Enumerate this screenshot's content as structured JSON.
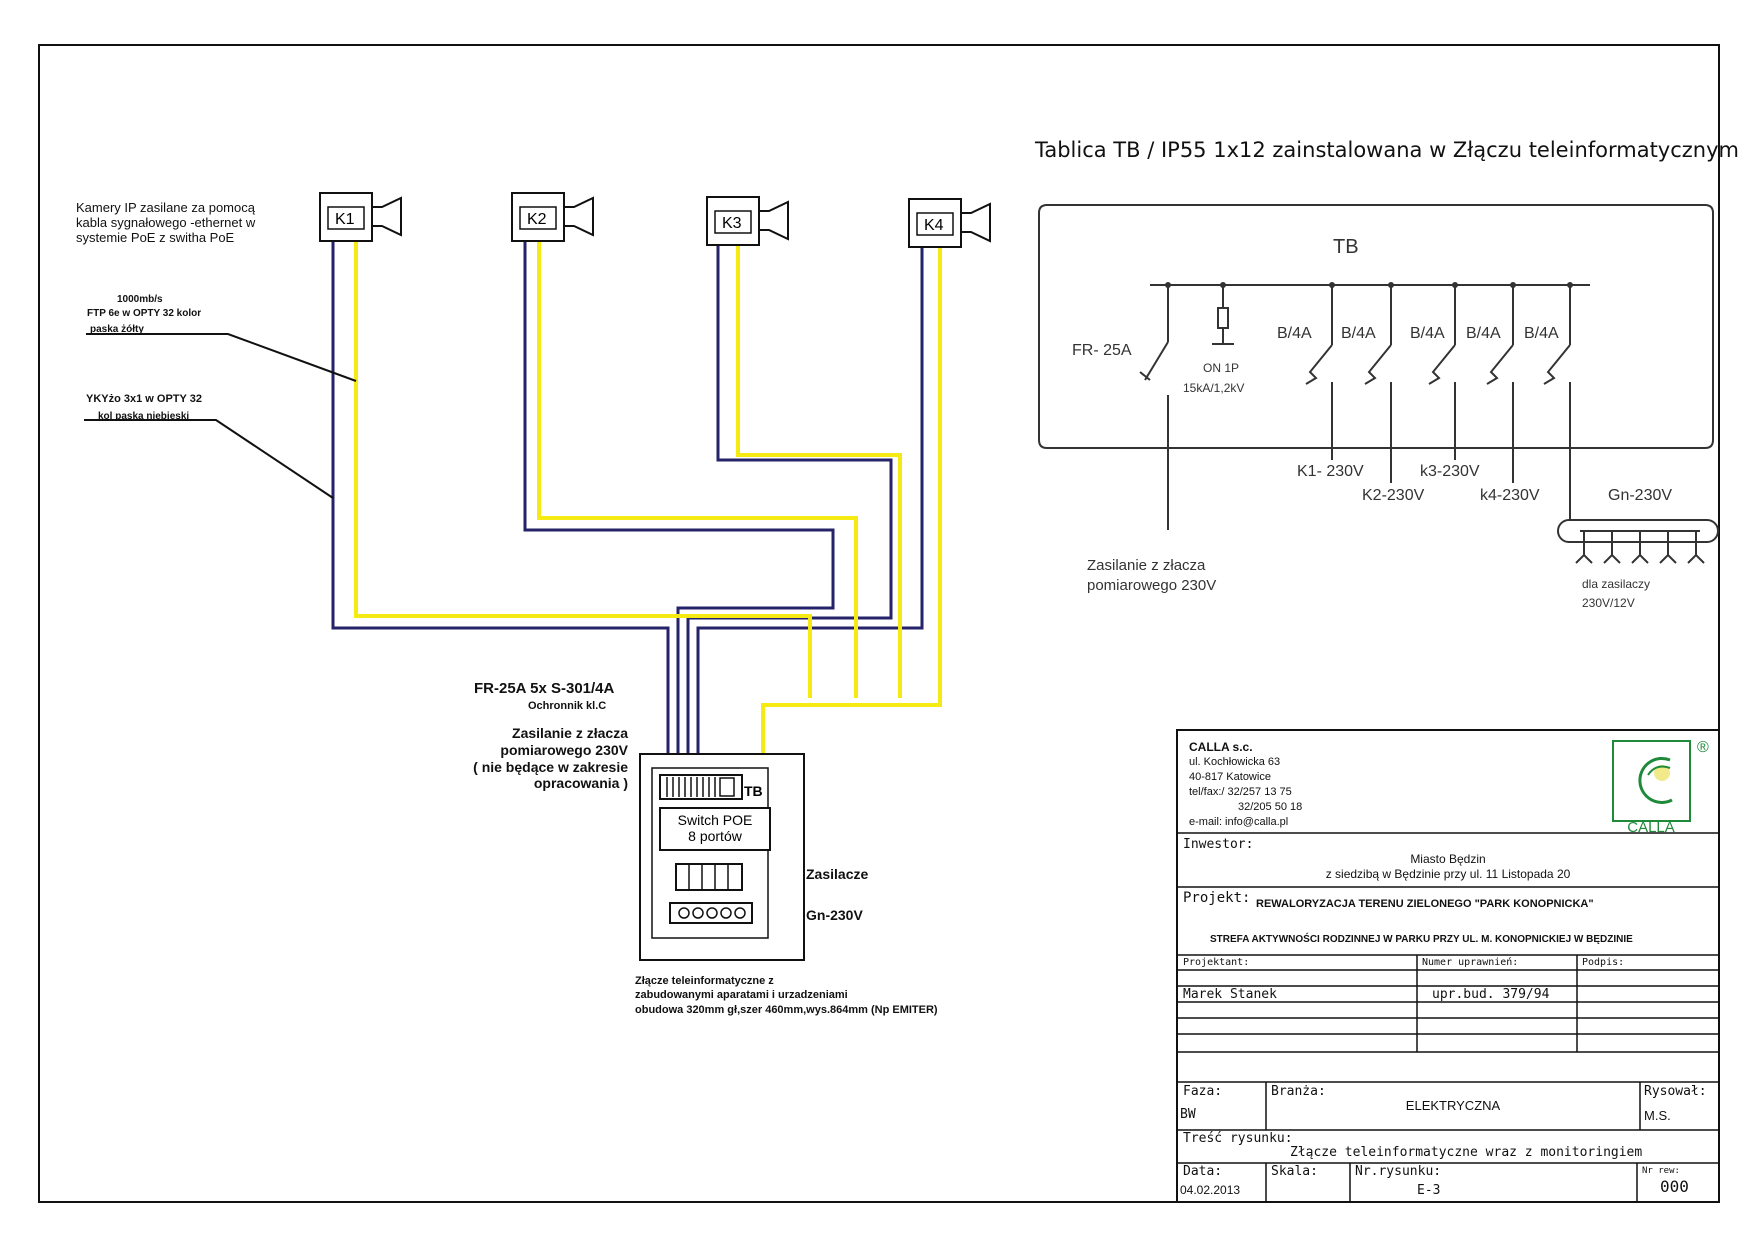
{
  "panel_title": "Tablica TB / IP55 1x12 zainstalowana w Złączu teleinformatycznym",
  "cameras": [
    "K1",
    "K2",
    "K3",
    "K4"
  ],
  "legend": {
    "cam_note_1": "Kamery IP zasilane za pomocą",
    "cam_note_2": "kabla sygnałowego -ethernet w",
    "cam_note_3": "systemie PoE  z switha PoE",
    "ftp_1": "1000mb/s",
    "ftp_2": "FTP 6e  w OPTY 32 kolor",
    "ftp_3": "paska żółty",
    "yky_1": "YKYżo 3x1 w OPTY 32",
    "yky_2": "kol paska niebieski"
  },
  "cabinet": {
    "fr_label": "FR-25A  5x S-301/4A",
    "ochronnik": "Ochronnik kl.C",
    "zas_1": "Zasilanie z złacza",
    "zas_2": "pomiarowego  230V",
    "zas_3": "( nie będące w zakresie",
    "zas_4": "opracowania )",
    "tb": "TB",
    "switch_1": "Switch POE",
    "switch_2": "8 portów",
    "zasilacze": "Zasilacze",
    "gn": "Gn-230V",
    "note_1": "Złącze teleinformatyczne  z",
    "note_2": "zabudowanymi aparatami i urzadzeniami",
    "note_3": "obudowa  320mm gł,szer 460mm,wys.864mm  (Np EMITER)"
  },
  "tb_panel": {
    "tb": "TB",
    "fr": "FR- 25A",
    "on1p_1": "ON 1P",
    "on1p_2": "15kA/1,2kV",
    "breakers": [
      "B/4A",
      "B/4A",
      "B/4A",
      "B/4A",
      "B/4A"
    ],
    "outputs": [
      "K1- 230V",
      "K2-230V",
      "k3-230V",
      "k4-230V",
      "Gn-230V"
    ],
    "supply_1": "Zasilanie z złacza",
    "supply_2": "pomiarowego  230V",
    "psu_1": "dla zasilaczy",
    "psu_2": "230V/12V"
  },
  "title_block": {
    "company": "CALLA s.c.",
    "address_1": "ul. Kochłowicka 63",
    "address_2": "40-817 Katowice",
    "tel_1": "tel/fax:/ 32/257 13 75",
    "tel_2": "32/205 50 18",
    "email": "e-mail: info@calla.pl",
    "logo_text": "CALLA",
    "registered": "®",
    "inwestor_label": "Inwestor:",
    "inwestor_1": "Miasto Będzin",
    "inwestor_2": "z siedzibą w Będzinie przy ul. 11 Listopada 20",
    "projekt_label": "Projekt:",
    "projekt_1": "REWALORYZACJA TERENU ZIELONEGO \"PARK KONOPNICKA\"",
    "projekt_2": "STREFA AKTYWNOŚCI RODZINNEJ W PARKU PRZY UL. M. KONOPNICKIEJ W BĘDZINIE",
    "projektant_label": "Projektant:",
    "numer_label": "Numer uprawnień:",
    "podpis_label": "Podpis:",
    "projektant": "Marek Stanek",
    "numer": "upr.bud. 379/94",
    "faza_label": "Faza:",
    "faza": "BW",
    "branza_label": "Branża:",
    "branza": "ELEKTRYCZNA",
    "rysowal_label": "Rysował:",
    "rysowal": "M.S.",
    "tresc_label": "Treść rysunku:",
    "tresc": "Złącze teleinformatyczne wraz z monitoringiem",
    "data_label": "Data:",
    "data": "04.02.2013",
    "skala_label": "Skala:",
    "nr_label": "Nr.rysunku:",
    "nr": "E-3",
    "rew_label": "Nr rew:",
    "rew": "000"
  },
  "colors": {
    "signal_cable": "#f5ea12",
    "power_cable": "#25236a",
    "logo_green": "#1f8a3a"
  }
}
